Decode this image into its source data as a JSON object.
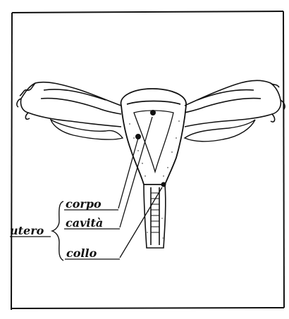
{
  "labels": {
    "group": "utero",
    "items": [
      "corpo",
      "cavità",
      "collo"
    ]
  },
  "colors": {
    "ink": "#111111",
    "paper": "#ffffff",
    "stipple": "#555555"
  }
}
